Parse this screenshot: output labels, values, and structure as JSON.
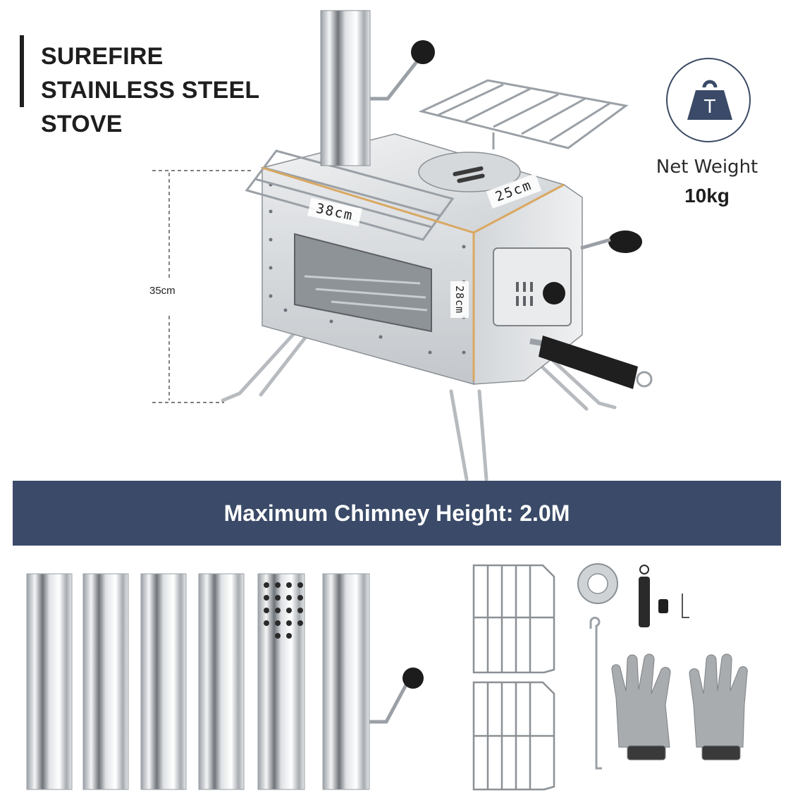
{
  "header": {
    "title_line1": "SUREFIRE",
    "title_line2": "STAINLESS STEEL",
    "title_line3": "STOVE"
  },
  "weight": {
    "icon": "weight-icon",
    "icon_letter": "T",
    "label": "Net Weight",
    "value": "10kg"
  },
  "dimensions": {
    "height": "35cm",
    "length": "38cm",
    "width": "25cm",
    "depth": "28cm"
  },
  "banner": {
    "text": "Maximum Chimney Height: 2.0M"
  },
  "colors": {
    "banner": "#3a4a68",
    "accent_dimension": "#d9a862",
    "steel": "#c9ccd0"
  }
}
